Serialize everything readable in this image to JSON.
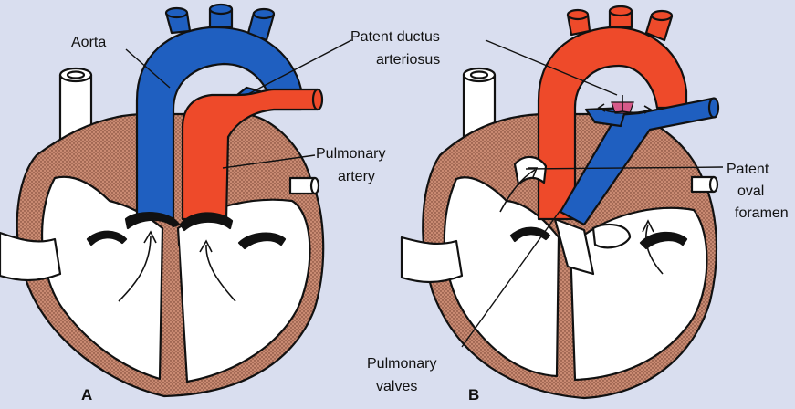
{
  "figure": {
    "panels": [
      {
        "id": "A",
        "letter": "A"
      },
      {
        "id": "B",
        "letter": "B"
      }
    ],
    "labels": {
      "aorta": "Aorta",
      "ductus_line1": "Patent ductus",
      "ductus_line2": "arteriosus",
      "pulm_artery_line1": "Pulmonary",
      "pulm_artery_line2": "artery",
      "oval_line1": "Patent",
      "oval_line2": "oval",
      "oval_line3": "foramen",
      "valves_line1": "Pulmonary",
      "valves_line2": "valves"
    },
    "colors": {
      "background": "#d9deef",
      "deoxygenated_blue": "#1f5fc0",
      "oxygenated_red": "#ee4a2a",
      "myocardium": "#c98a72",
      "ductus_flow": "#d65a8a",
      "chamber": "#ffffff",
      "outline": "#111111"
    }
  }
}
